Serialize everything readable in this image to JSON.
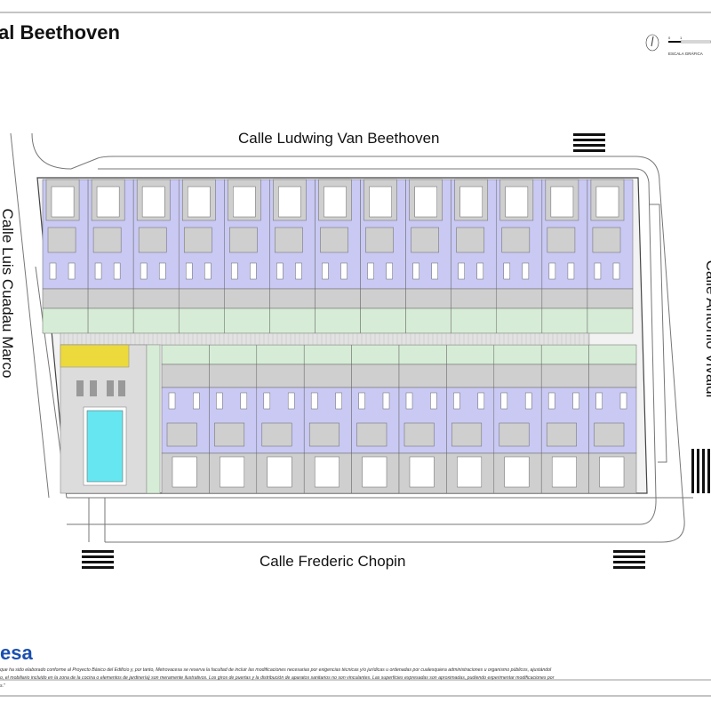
{
  "title": "al Beethoven",
  "scale": {
    "label": "ESCALA GRÁFICA",
    "ticks": [
      "0",
      "1"
    ]
  },
  "streets": {
    "top": "Calle Ludwing Van Beethoven",
    "right": "Calle Antonio Vivaldi",
    "bottom": "Calle Frederic Chopin",
    "left": "Calle Luis Cuadau Marco"
  },
  "logo": "esa",
  "disclaimer": [
    "que ha sido elaborado conforme al Proyecto Básico del Edificio y, por tanto, Metrovacesa se reserva la facultad de incluir las modificaciones necesarias por exigencias técnicas y/o jurídicas u ordenadas por cualesquiera administraciones u organismo públicos, ajustándol",
    "o, el mobiliario incluido en la zona de la cocina o elementos de jardinería) son meramente ilustrativos. Los giros de puertas y la distribución de aparatos sanitarios no son vinculantes. Las superficies expresadas son aproximadas, pudiendo experimentar modificaciones por",
    "s.\""
  ],
  "plan": {
    "top_row_units": 13,
    "bottom_row_units": 10
  },
  "colors": {
    "living": "#c9c9f4",
    "garage": "#cfcfcf",
    "garden": "#d6ecd6",
    "pool": "#66e6f0",
    "solarium": "#ecd93c",
    "paving": "#d9d9d9"
  }
}
